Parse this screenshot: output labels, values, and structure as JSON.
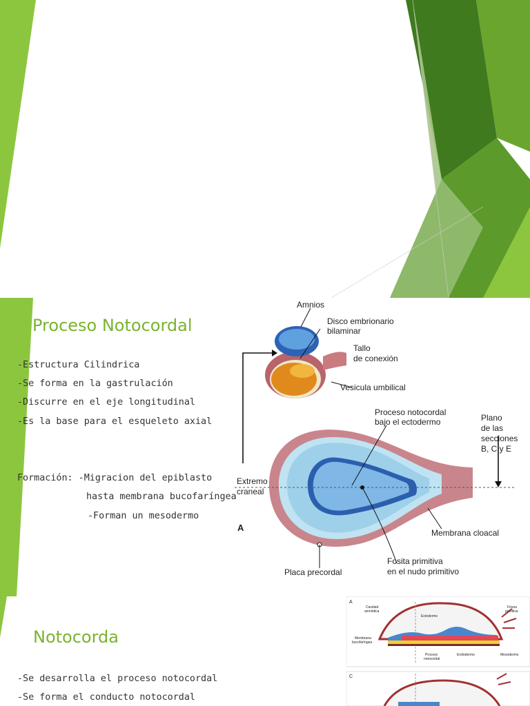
{
  "slide2": {
    "title": "Proceso Notocordal",
    "bullets": [
      "-Estructura Cilindrica",
      "-Se forma en la gastrulación",
      "-Discurre en el eje longitudinal",
      "-Es la base para el esqueleto axial"
    ],
    "formacion": [
      "Formación: -Migracion del epiblasto",
      "hasta membrana bucofaríngea",
      "-Forman un mesodermo"
    ],
    "figure_labels": {
      "amnios": "Amnios",
      "disco_1": "Disco embrionario",
      "disco_2": "bilaminar",
      "tallo_1": "Tallo",
      "tallo_2": "de conexión",
      "vesicula": "Vesicula umbilical",
      "proceso_1": "Proceso notocordal",
      "proceso_2": "bajo el ectodermo",
      "plano_1": "Plano",
      "plano_2": "de las",
      "plano_3": "secciones",
      "plano_4": "B, C y E",
      "extremo_1": "Extremo",
      "extremo_2": "craneal",
      "letter_a": "A",
      "membrana_cloacal": "Membrana cloacal",
      "fosita_1": "Fosita primitiva",
      "fosita_2": "en el nudo primitivo",
      "placa": "Placa precordal"
    }
  },
  "slide3": {
    "title": "Notocorda",
    "bullets": [
      "-Se desarrolla el proceso notocordal",
      "-Se forma el conducto notocordal"
    ],
    "figure_labels": {
      "letter_a": "A",
      "letter_c": "C",
      "cavidad_1": "Cavidad",
      "cavidad_2": "amniótica",
      "fovea_1": "Fóvea",
      "fovea_2": "primitiva",
      "ectodermo": "Ectodermo",
      "membrana_1": "Membrana",
      "membrana_2": "bucofaríngea",
      "proceso_1": "Proceso",
      "proceso_2": "notocordal",
      "endodermo": "Endodermo",
      "mesodermo": "Mesodermo"
    }
  },
  "colors": {
    "accent_green": "#7ab32e",
    "dark_green": "#3f7a1f",
    "mid_green": "#5c9a2b",
    "light_green": "#8cc63f"
  }
}
